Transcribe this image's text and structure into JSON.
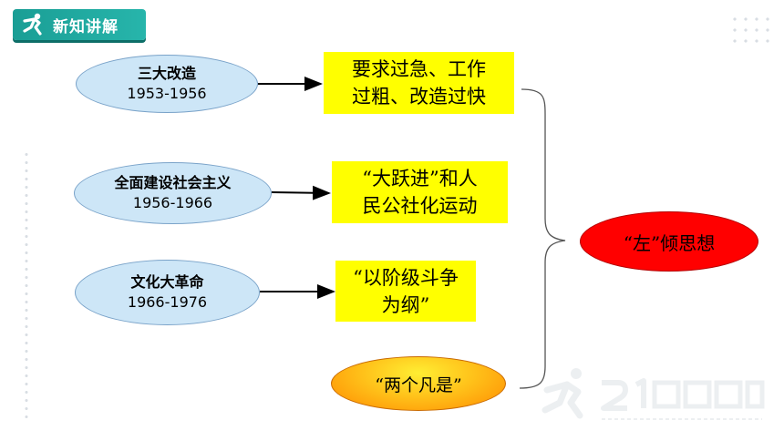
{
  "header": {
    "title": "新知讲解"
  },
  "periods": [
    {
      "name": "三大改造",
      "years": "1953-1956"
    },
    {
      "name": "全面建设社会主义",
      "years": "1956-1966"
    },
    {
      "name": "文化大革命",
      "years": "1966-1976"
    }
  ],
  "results": [
    {
      "line1": "要求过急、工作",
      "line2": "过粗、改造过快"
    },
    {
      "line1": "“大跃进”和人",
      "line2": "民公社化运动"
    },
    {
      "line1": "“以阶级斗争",
      "line2": "为纲”"
    }
  ],
  "fanshi": "“两个凡是”",
  "conclusion": "“左”倾思想",
  "colors": {
    "header_bg": "#1a9e95",
    "period_fill": "#cde6f7",
    "result_fill": "#ffff00",
    "conclusion_fill": "#ff0000",
    "fanshi_fill": "#ffc21a"
  }
}
